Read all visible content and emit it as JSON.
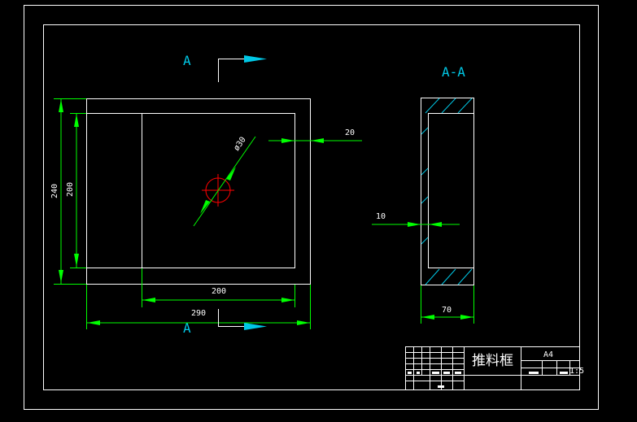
{
  "drawing": {
    "title_block": {
      "part_name": "推料框",
      "sheet_size": "A4",
      "scale": "1:5"
    },
    "view_labels": {
      "section_marker_top": "A",
      "section_marker_bottom": "A",
      "section_view_title": "A-A"
    },
    "dimensions": {
      "overall_height": "240",
      "inner_height": "200",
      "inner_width": "200",
      "overall_width": "290",
      "hole_diameter": "ø30",
      "side_offset": "20",
      "wall_thickness": "10",
      "depth": "70"
    },
    "colors": {
      "background": "#000000",
      "outline": "#ffffff",
      "dimension": "#00ff00",
      "label": "#00c8e6",
      "centerline": "#ff0000",
      "hatch": "#00c8e6",
      "title_text": "#ffff00"
    }
  }
}
